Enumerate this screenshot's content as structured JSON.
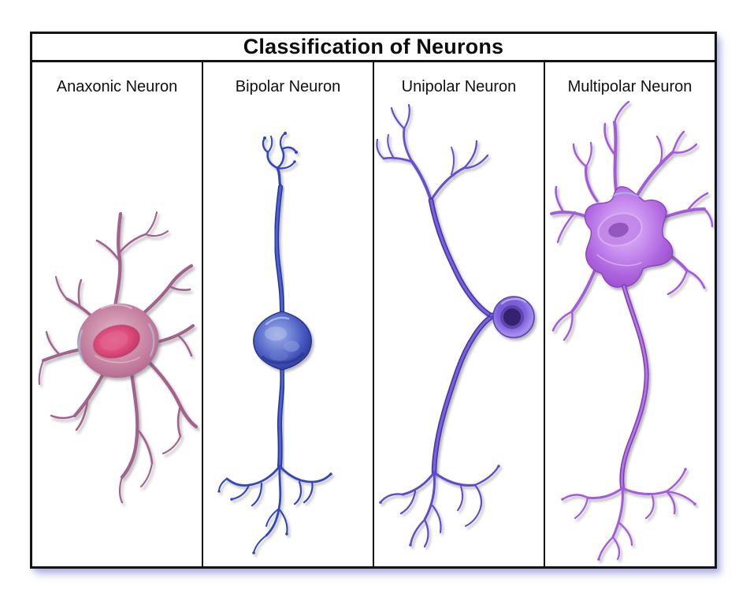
{
  "figure": {
    "title": "Classification of Neurons",
    "columns": [
      {
        "id": "anaxonic",
        "label": "Anaxonic Neuron",
        "illustration": "anaxonic-neuron-illustration",
        "primary_color": "#b5638f"
      },
      {
        "id": "bipolar",
        "label": "Bipolar Neuron",
        "illustration": "bipolar-neuron-illustration",
        "primary_color": "#3a50c4"
      },
      {
        "id": "unipolar",
        "label": "Unipolar Neuron",
        "illustration": "unipolar-neuron-illustration",
        "primary_color": "#6a4fd0"
      },
      {
        "id": "multipolar",
        "label": "Multipolar Neuron",
        "illustration": "multipolar-neuron-illustration",
        "primary_color": "#a85ce0"
      }
    ],
    "style": {
      "frame_border_color": "#141414",
      "background_color": "#ffffff",
      "drop_shadow_color": "#868cd0",
      "text_color": "#101010",
      "anaxonic_nucleus_color": "#d94f7e",
      "bipolar_soma_color": "#3a50c4",
      "unipolar_nucleus_color": "#35226e",
      "multipolar_soma_color": "#ad63dd"
    }
  }
}
